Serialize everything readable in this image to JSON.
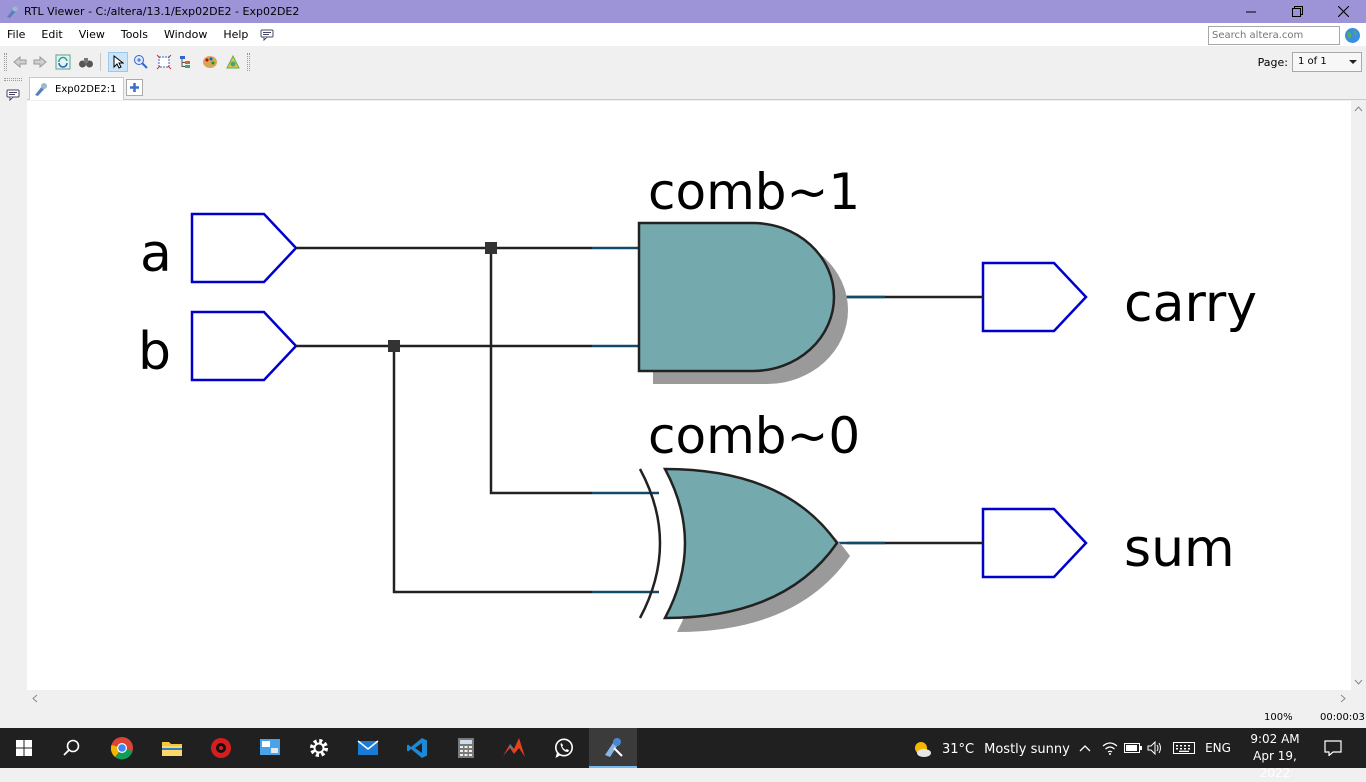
{
  "window": {
    "title": "RTL Viewer - C:/altera/13.1/Exp02DE2 - Exp02DE2"
  },
  "menu": {
    "items": [
      "File",
      "Edit",
      "View",
      "Tools",
      "Window",
      "Help"
    ]
  },
  "search": {
    "placeholder": "Search altera.com"
  },
  "toolbar": {
    "page_label": "Page:",
    "page_value": "1 of 1"
  },
  "tab": {
    "label": "Exp02DE2:1"
  },
  "schematic": {
    "inputs": [
      "a",
      "b"
    ],
    "outputs": [
      "carry",
      "sum"
    ],
    "gates": [
      {
        "name": "comb~1",
        "type": "AND"
      },
      {
        "name": "comb~0",
        "type": "XOR"
      }
    ],
    "colors": {
      "gate_fill": "#74aaae",
      "port_stroke": "#0000cc",
      "wire": "#222222"
    }
  },
  "status": {
    "zoom": "100%",
    "elapsed": "00:00:03"
  },
  "taskbar": {
    "weather_temp": "31°C",
    "weather_text": "Mostly sunny",
    "language": "ENG",
    "time": "9:02 AM",
    "date": "Apr 19, 2022",
    "apps": [
      "start",
      "search",
      "chrome",
      "file-explorer",
      "app-red",
      "control-panel",
      "settings",
      "mail",
      "vs-code",
      "calculator",
      "matlab",
      "whatsapp",
      "quartus"
    ]
  }
}
